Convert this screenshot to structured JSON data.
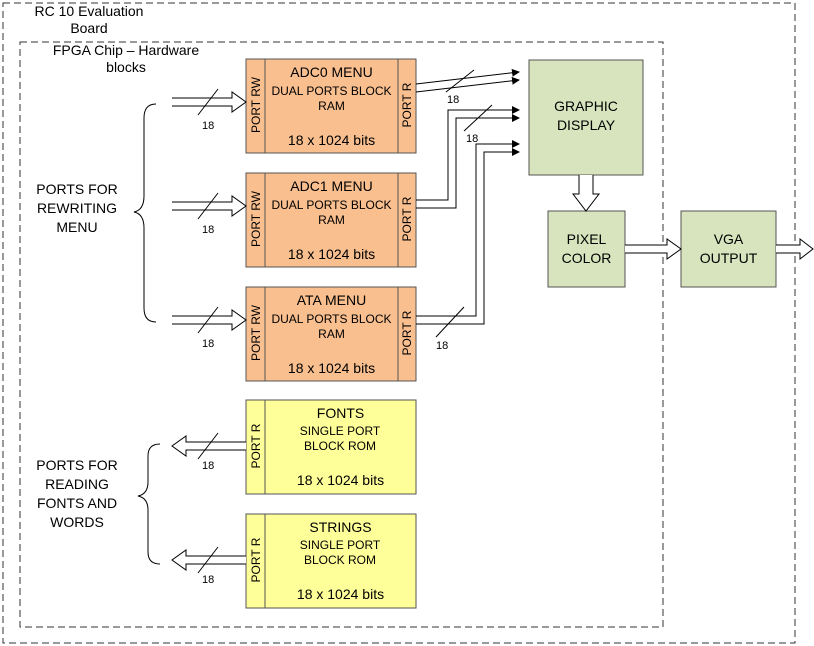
{
  "board": {
    "title": "RC 10 Evaluation Board"
  },
  "fpga": {
    "title": "FPGA Chip – Hardware blocks"
  },
  "side_labels": {
    "rewriting": "PORTS FOR REWRITING MENU",
    "reading": "PORTS FOR READING FONTS AND WORDS"
  },
  "menus": [
    {
      "name": "ADC0 MENU",
      "type": "DUAL PORTS BLOCK RAM",
      "size": "18 x 1024 bits",
      "port_left": "PORT RW",
      "port_right": "PORT R"
    },
    {
      "name": "ADC1 MENU",
      "type": "DUAL PORTS BLOCK RAM",
      "size": "18 x 1024 bits",
      "port_left": "PORT RW",
      "port_right": "PORT R"
    },
    {
      "name": "ATA MENU",
      "type": "DUAL PORTS BLOCK RAM",
      "size": "18 x 1024 bits",
      "port_left": "PORT RW",
      "port_right": "PORT R"
    }
  ],
  "roms": [
    {
      "name": "FONTS",
      "type": "SINGLE PORT BLOCK ROM",
      "size": "18 x 1024 bits",
      "port": "PORT R"
    },
    {
      "name": "STRINGS",
      "type": "SINGLE PORT BLOCK ROM",
      "size": "18 x 1024 bits",
      "port": "PORT R"
    }
  ],
  "graphic": "GRAPHIC DISPLAY",
  "pixel": "PIXEL COLOR",
  "vga": "VGA OUTPUT",
  "bus_width": "18",
  "colors": {
    "ram_fill": "#f9bf8f",
    "rom_fill": "#ffff99",
    "block_fill": "#d7e4bd",
    "line": "#000000",
    "border": "#333333"
  }
}
